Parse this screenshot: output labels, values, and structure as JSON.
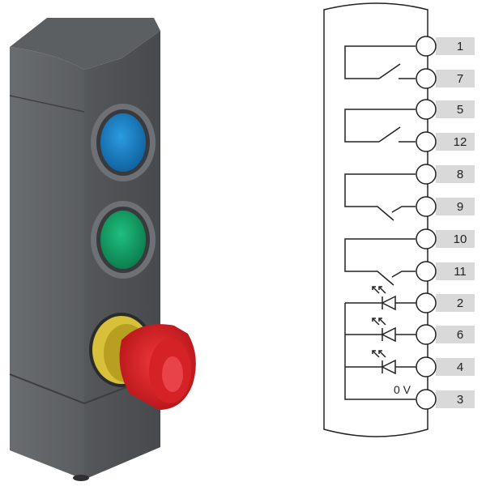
{
  "device": {
    "buttons": [
      {
        "name": "blue-pushbutton",
        "color": "#1a7fc4"
      },
      {
        "name": "green-pushbutton",
        "color": "#12a36a"
      }
    ],
    "emergency_stop_color": "#e2252c",
    "ring_color": "#d8c13a",
    "housing_color": "#4a4c4f"
  },
  "schematic": {
    "pins": [
      {
        "label": "1"
      },
      {
        "label": "7"
      },
      {
        "label": "5"
      },
      {
        "label": "12"
      },
      {
        "label": "8"
      },
      {
        "label": "9"
      },
      {
        "label": "10"
      },
      {
        "label": "11"
      },
      {
        "label": "2"
      },
      {
        "label": "6"
      },
      {
        "label": "4"
      },
      {
        "label": "3"
      }
    ],
    "ground_label": "0 V",
    "label_bg": "#d9d9d9"
  }
}
